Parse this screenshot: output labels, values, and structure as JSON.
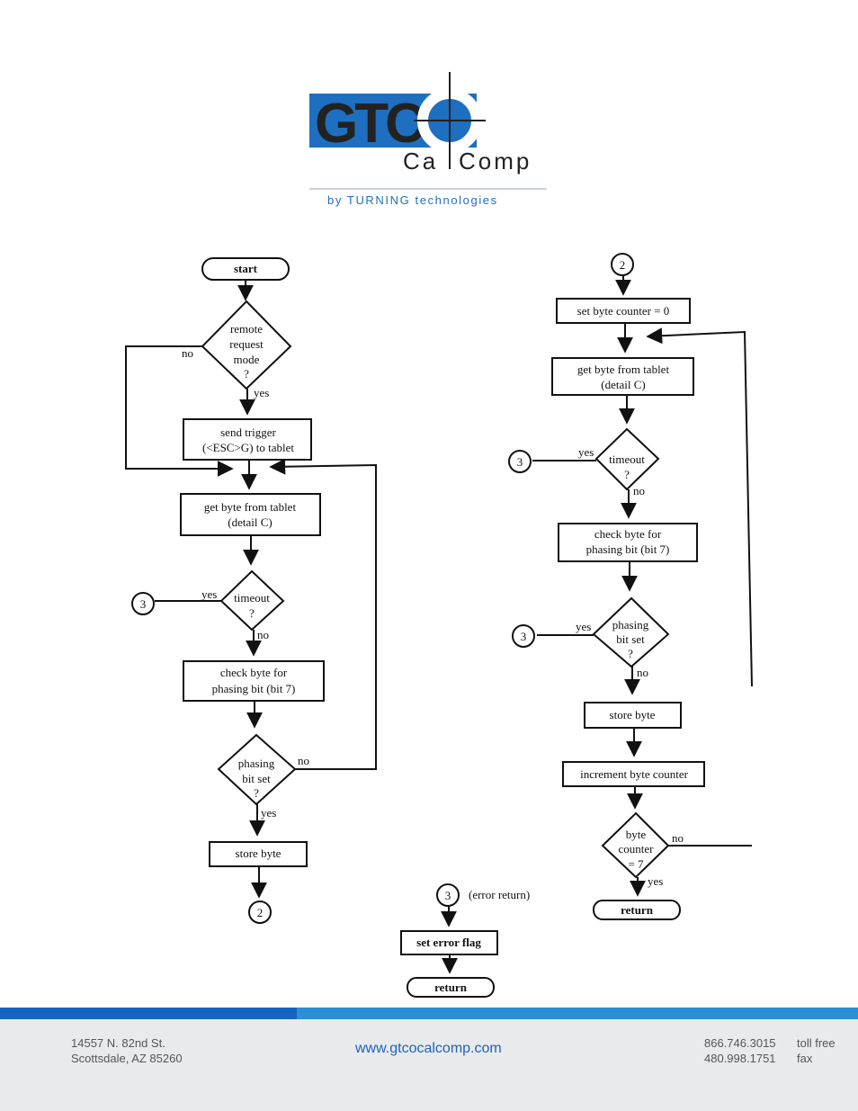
{
  "logo": {
    "mark": "GTC",
    "sub_left": "Ca",
    "sub_right": "Comp",
    "tagline": "by TURNING technologies",
    "colors": {
      "blue": "#1e6fbf",
      "dark": "#222222"
    }
  },
  "flowchart": {
    "left": {
      "start": "start",
      "remote_1": "remote",
      "remote_2": "request",
      "remote_3": "mode",
      "remote_4": "?",
      "remote_no": "no",
      "remote_yes": "yes",
      "trigger_1": "send trigger",
      "trigger_2": "(<ESC>G) to tablet",
      "getbyte_1": "get byte from tablet",
      "getbyte_2": "(detail C)",
      "connector_3": "3",
      "timeout_yes": "yes",
      "timeout_1": "timeout",
      "timeout_2": "?",
      "timeout_no": "no",
      "check_1": "check byte for",
      "check_2": "phasing bit (bit 7)",
      "phasing_1": "phasing",
      "phasing_2": "bit set",
      "phasing_3": "?",
      "phasing_no": "no",
      "phasing_yes": "yes",
      "store": "store byte",
      "connector_2": "2"
    },
    "right": {
      "connector_2": "2",
      "set_counter": "set byte counter = 0",
      "getbyte_1": "get byte from tablet",
      "getbyte_2": "(detail C)",
      "connector_3a": "3",
      "timeout_yes": "yes",
      "timeout_1": "timeout",
      "timeout_2": "?",
      "timeout_no": "no",
      "check_1": "check byte for",
      "check_2": "phasing bit (bit 7)",
      "connector_3b": "3",
      "phasing_yes": "yes",
      "phasing_1": "phasing",
      "phasing_2": "bit set",
      "phasing_3": "?",
      "phasing_no": "no",
      "store": "store byte",
      "increment": "increment byte counter",
      "counter_1": "byte",
      "counter_2": "counter",
      "counter_3": "= 7",
      "counter_no": "no",
      "counter_yes": "yes",
      "return": "return"
    },
    "middle": {
      "connector_3": "3",
      "error_label": "(error return)",
      "set_error": "set error flag",
      "return": "return"
    }
  },
  "footer": {
    "address_1": "14557 N. 82nd St.",
    "address_2": "Scottsdale, AZ 85260",
    "website": "www.gtcocalcomp.com",
    "phone_1": "866.746.3015",
    "phone_1_label": "toll free",
    "phone_2": "480.998.1751",
    "phone_2_label": "fax"
  }
}
